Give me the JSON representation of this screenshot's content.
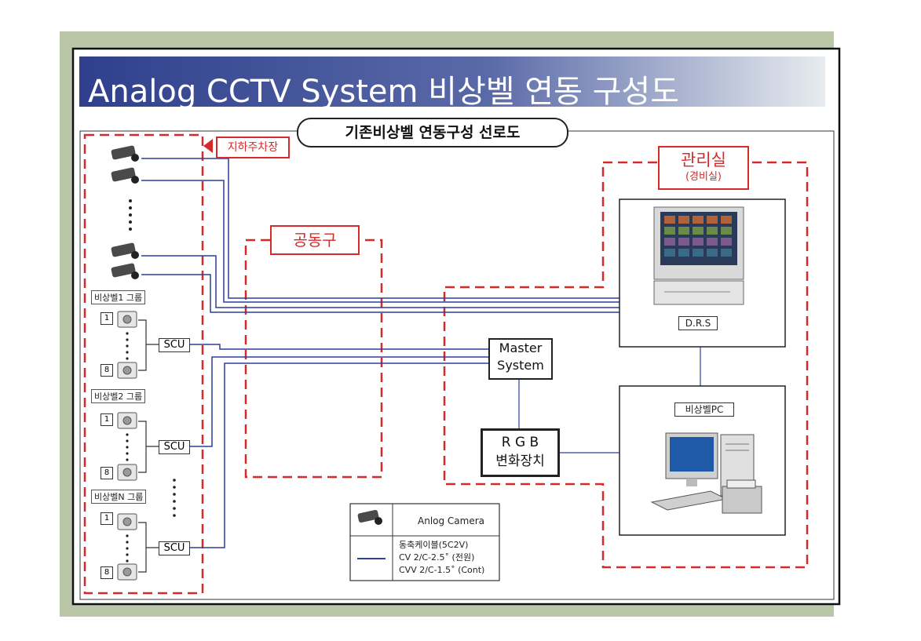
{
  "title": "Analog CCTV System 비상벨 연동 구성도",
  "subtitle": "기존비상벨 연동구성 선로도",
  "zones": {
    "parking": "지하주차장",
    "common": "공동구",
    "management": "관리실",
    "management_sub": "(경비실)"
  },
  "groups": [
    {
      "label": "비상벨1 그룹",
      "first": "1",
      "last": "8",
      "scu": "SCU"
    },
    {
      "label": "비상벨2 그룹",
      "first": "1",
      "last": "8",
      "scu": "SCU"
    },
    {
      "label": "비상벨N 그룹",
      "first": "1",
      "last": "8",
      "scu": "SCU"
    }
  ],
  "devices": {
    "drs": "D.R.S",
    "master_line1": "Master",
    "master_line2": "System",
    "rgb_line1": "R G B",
    "rgb_line2": "변화장치",
    "pc": "비상벨PC"
  },
  "legend": {
    "camera": "Anlog Camera",
    "cable_line1": "동축케이블(5C2V)",
    "cable_line2": "CV 2/C-2.5˚ (전원)",
    "cable_line3": "CVV 2/C-1.5˚ (Cont)"
  },
  "colors": {
    "accent_red": "#d62a2a",
    "cable_blue": "#2d3f9c",
    "title_bar": "#3a4c96",
    "frame_green": "#b9c7a8"
  }
}
